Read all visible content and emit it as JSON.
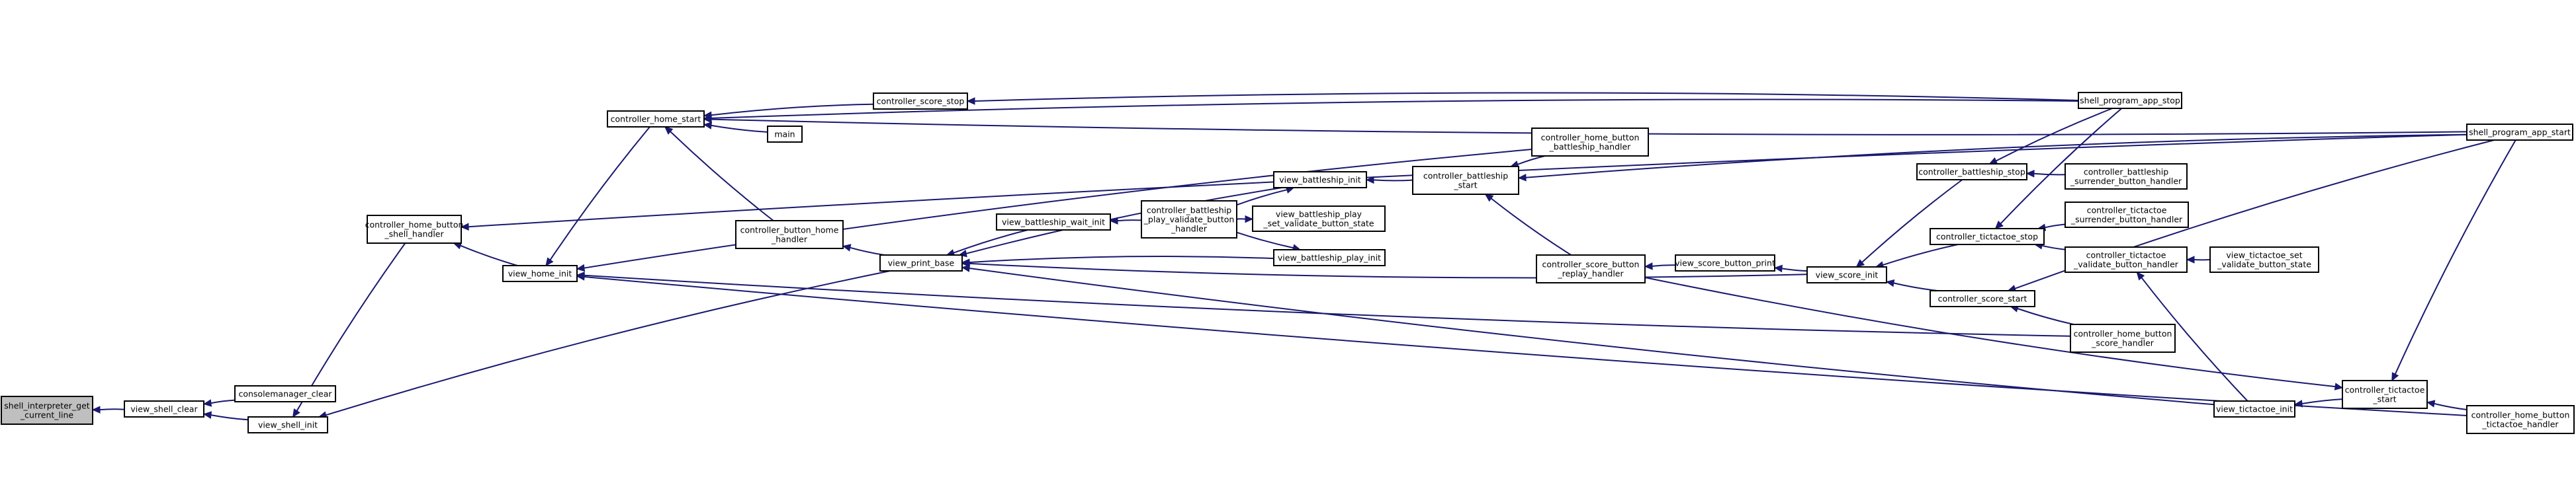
{
  "diagram": {
    "type": "doxygen-caller-graph",
    "edge_color": "#191970",
    "root_fill": "#bfbfbf",
    "node_fill": "#ffffff",
    "nodes": [
      {
        "id": "n1",
        "lines": [
          "shell_interpreter_get",
          "_current_line"
        ],
        "root": true
      },
      {
        "id": "n2",
        "lines": [
          "view_shell_clear"
        ]
      },
      {
        "id": "n3",
        "lines": [
          "consolemanager_clear"
        ]
      },
      {
        "id": "n4",
        "lines": [
          "view_shell_init"
        ]
      },
      {
        "id": "n5",
        "lines": [
          "controller_home_button",
          "_shell_handler"
        ]
      },
      {
        "id": "n6",
        "lines": [
          "view_home_init"
        ]
      },
      {
        "id": "n7",
        "lines": [
          "controller_home_start"
        ]
      },
      {
        "id": "n8",
        "lines": [
          "main"
        ]
      },
      {
        "id": "n9",
        "lines": [
          "controller_button_home",
          "_handler"
        ]
      },
      {
        "id": "n10",
        "lines": [
          "view_print_base"
        ]
      },
      {
        "id": "n11",
        "lines": [
          "controller_score_stop"
        ]
      },
      {
        "id": "n12",
        "lines": [
          "view_battleship_wait_init"
        ]
      },
      {
        "id": "n13",
        "lines": [
          "controller_battleship",
          "_play_validate_button",
          "_handler"
        ]
      },
      {
        "id": "n14",
        "lines": [
          "view_battleship_init"
        ]
      },
      {
        "id": "n15",
        "lines": [
          "view_battleship_play",
          "_set_validate_button_state"
        ]
      },
      {
        "id": "n16",
        "lines": [
          "view_battleship_play_init"
        ]
      },
      {
        "id": "n17",
        "lines": [
          "controller_battleship",
          "_start"
        ]
      },
      {
        "id": "n18",
        "lines": [
          "controller_home_button",
          "_battleship_handler"
        ]
      },
      {
        "id": "n19",
        "lines": [
          "controller_score_button",
          "_replay_handler"
        ]
      },
      {
        "id": "n20",
        "lines": [
          "view_score_button_print"
        ]
      },
      {
        "id": "n21",
        "lines": [
          "view_score_init"
        ]
      },
      {
        "id": "n22",
        "lines": [
          "controller_battleship_stop"
        ]
      },
      {
        "id": "n23",
        "lines": [
          "controller_tictactoe_stop"
        ]
      },
      {
        "id": "n24",
        "lines": [
          "controller_score_start"
        ]
      },
      {
        "id": "n25",
        "lines": [
          "controller_home_button",
          "_score_handler"
        ]
      },
      {
        "id": "n26",
        "lines": [
          "view_tictactoe_init"
        ]
      },
      {
        "id": "n27",
        "lines": [
          "controller_tictactoe",
          "_start"
        ]
      },
      {
        "id": "n28",
        "lines": [
          "shell_program_app_stop"
        ]
      },
      {
        "id": "n29",
        "lines": [
          "controller_battleship",
          "_surrender_button_handler"
        ]
      },
      {
        "id": "n30",
        "lines": [
          "controller_tictactoe",
          "_surrender_button_handler"
        ]
      },
      {
        "id": "n31",
        "lines": [
          "controller_tictactoe",
          "_validate_button_handler"
        ]
      },
      {
        "id": "n32",
        "lines": [
          "view_tictactoe_set",
          "_validate_button_state"
        ]
      },
      {
        "id": "n33",
        "lines": [
          "controller_home_button",
          "_tictactoe_handler"
        ]
      },
      {
        "id": "n34",
        "lines": [
          "shell_program_app_start"
        ]
      }
    ],
    "edges": [
      {
        "from": "n2",
        "to": "n1"
      },
      {
        "from": "n3",
        "to": "n2"
      },
      {
        "from": "n4",
        "to": "n2"
      },
      {
        "from": "n5",
        "to": "n4"
      },
      {
        "from": "n10",
        "to": "n4"
      },
      {
        "from": "n6",
        "to": "n5"
      },
      {
        "from": "n7",
        "to": "n6"
      },
      {
        "from": "n8",
        "to": "n7"
      },
      {
        "from": "n9",
        "to": "n7"
      },
      {
        "from": "n11",
        "to": "n7"
      },
      {
        "from": "n28",
        "to": "n7"
      },
      {
        "from": "n34",
        "to": "n7"
      },
      {
        "from": "n28",
        "to": "n11"
      },
      {
        "from": "n34",
        "to": "n5"
      },
      {
        "from": "n18",
        "to": "n6"
      },
      {
        "from": "n25",
        "to": "n6"
      },
      {
        "from": "n33",
        "to": "n6"
      },
      {
        "from": "n10",
        "to": "n9"
      },
      {
        "from": "n12",
        "to": "n10"
      },
      {
        "from": "n14",
        "to": "n10"
      },
      {
        "from": "n16",
        "to": "n10"
      },
      {
        "from": "n21",
        "to": "n10"
      },
      {
        "from": "n26",
        "to": "n10"
      },
      {
        "from": "n13",
        "to": "n12"
      },
      {
        "from": "n13",
        "to": "n14"
      },
      {
        "from": "n13",
        "to": "n15"
      },
      {
        "from": "n13",
        "to": "n16"
      },
      {
        "from": "n17",
        "to": "n14"
      },
      {
        "from": "n18",
        "to": "n17"
      },
      {
        "from": "n34",
        "to": "n17"
      },
      {
        "from": "n19",
        "to": "n17"
      },
      {
        "from": "n20",
        "to": "n19"
      },
      {
        "from": "n21",
        "to": "n20"
      },
      {
        "from": "n22",
        "to": "n21"
      },
      {
        "from": "n23",
        "to": "n21"
      },
      {
        "from": "n24",
        "to": "n21"
      },
      {
        "from": "n28",
        "to": "n22"
      },
      {
        "from": "n29",
        "to": "n22"
      },
      {
        "from": "n28",
        "to": "n23"
      },
      {
        "from": "n30",
        "to": "n23"
      },
      {
        "from": "n31",
        "to": "n23"
      },
      {
        "from": "n32",
        "to": "n31"
      },
      {
        "from": "n34",
        "to": "n24"
      },
      {
        "from": "n25",
        "to": "n24"
      },
      {
        "from": "n26",
        "to": "n31"
      },
      {
        "from": "n27",
        "to": "n26"
      },
      {
        "from": "n19",
        "to": "n27"
      },
      {
        "from": "n33",
        "to": "n27"
      },
      {
        "from": "n34",
        "to": "n27"
      }
    ]
  }
}
